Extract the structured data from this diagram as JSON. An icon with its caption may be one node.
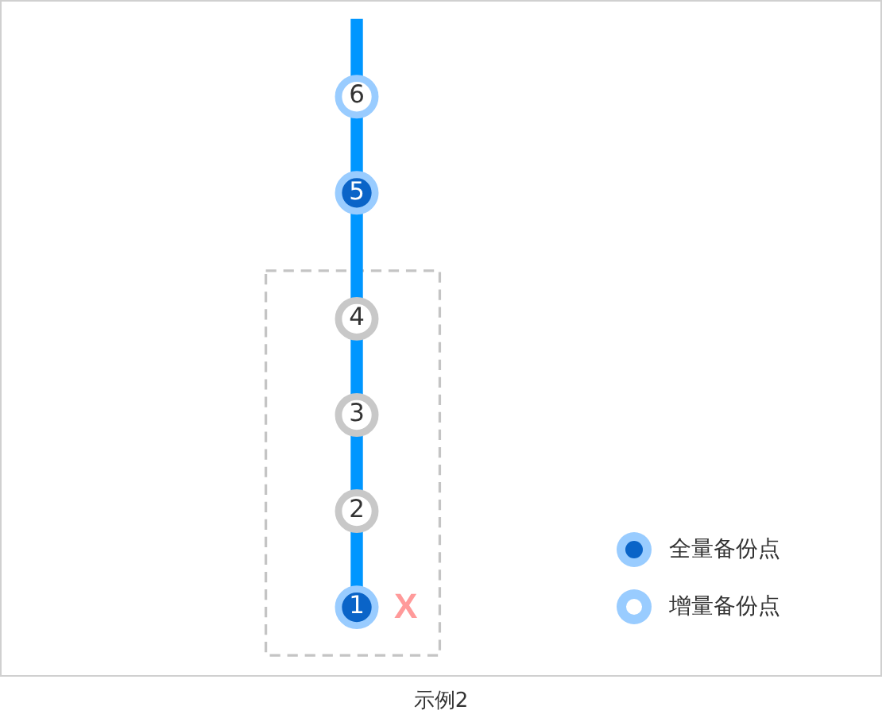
{
  "diagram": {
    "caption": "示例2",
    "nodes": [
      {
        "text": [
          "6"
        ]
      },
      {
        "text": [
          "5"
        ]
      },
      {
        "text": [],
        "shape": "box"
      },
      {
        "text": [
          "4"
        ],
        "in": 2
      },
      {
        "text": [
          "3"
        ],
        "in": 2
      },
      {
        "text": [
          "2"
        ],
        "in": 2
      },
      {
        "text": [
          "1"
        ],
        "in": 2,
        "beside": [
          "X"
        ]
      }
    ],
    "edges": [
      {
        "from": null,
        "to": 0,
        "arrow": "none"
      },
      {
        "from": 0,
        "to": 1,
        "arrow": "none"
      },
      {
        "from": 1,
        "to": 3,
        "arrow": "none"
      },
      {
        "from": 3,
        "to": 4,
        "arrow": "none"
      },
      {
        "from": 4,
        "to": 5,
        "arrow": "none"
      },
      {
        "from": 5,
        "to": 6,
        "arrow": "none"
      }
    ],
    "legend": [
      {
        "text": "全量备份点"
      },
      {
        "text": "增量备份点"
      }
    ]
  }
}
